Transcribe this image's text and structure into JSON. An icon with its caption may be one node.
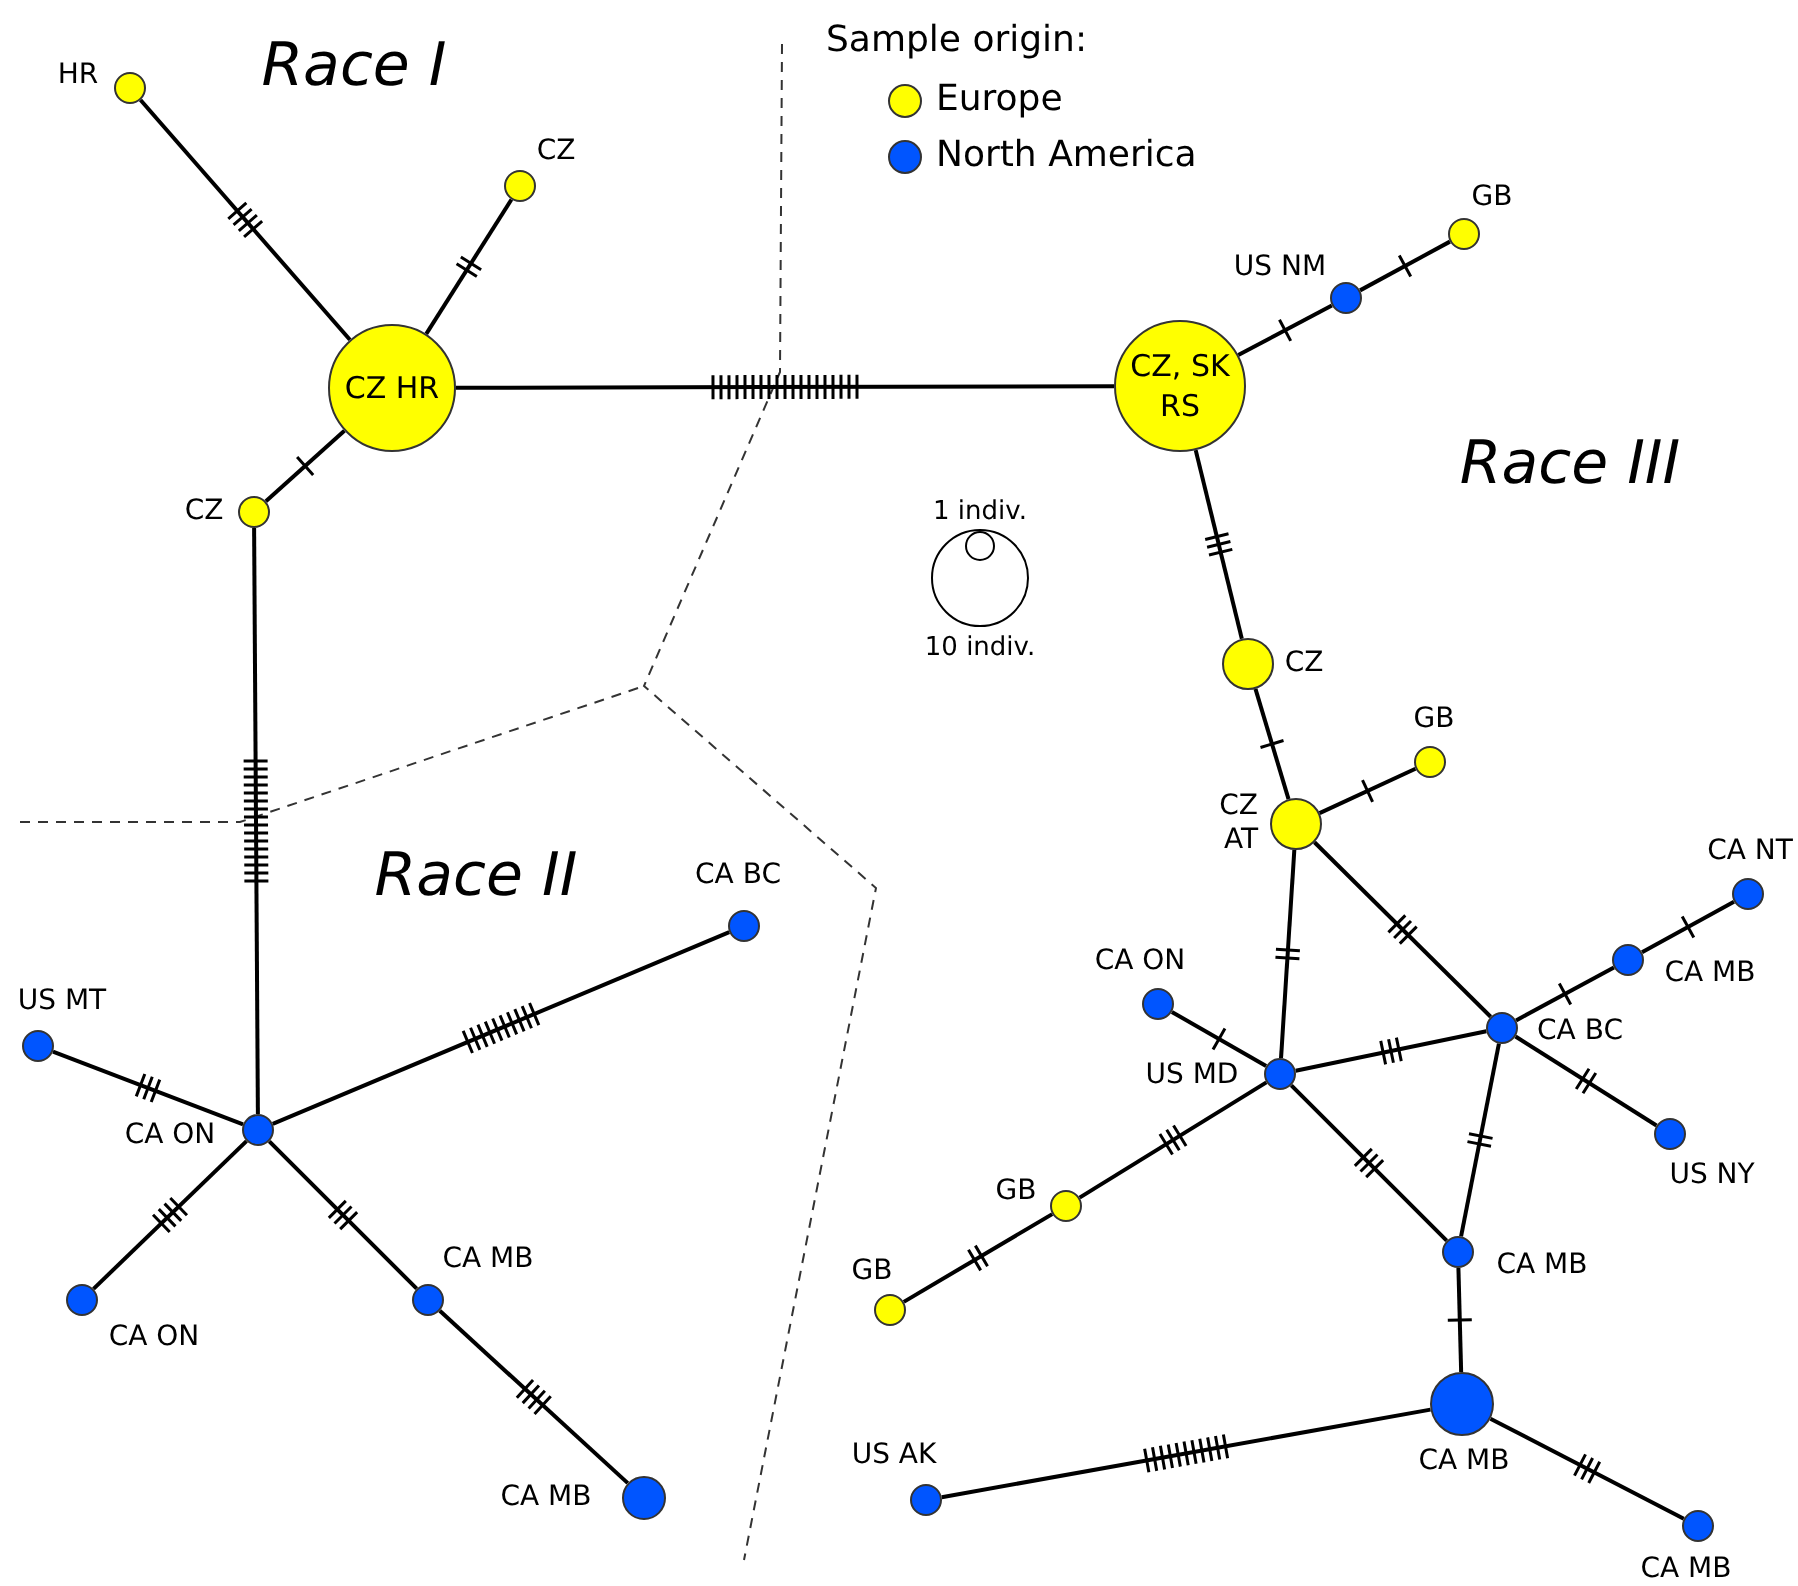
{
  "diagram": {
    "nodes": [
      {
        "text": [],
        "shape": "circle",
        "beside": [
          "HR"
        ]
      },
      {
        "text": [],
        "shape": "circle",
        "beside": [
          "CZ"
        ]
      },
      {
        "text": [
          "CZ HR"
        ]
      },
      {
        "text": [],
        "shape": "circle",
        "beside": [
          "CZ"
        ]
      },
      {
        "text": [
          "CZ, SK RS"
        ]
      },
      {
        "text": [],
        "shape": "circle",
        "beside": [
          "US NM"
        ]
      },
      {
        "text": [],
        "shape": "circle",
        "beside": [
          "GB"
        ]
      },
      {
        "text": [],
        "shape": "circle",
        "beside": [
          "CZ"
        ]
      },
      {
        "text": [],
        "shape": "circle",
        "beside": [
          "GB"
        ]
      },
      {
        "text": [],
        "shape": "circle",
        "beside": [
          "CZ AT"
        ]
      },
      {
        "text": [],
        "shape": "circle",
        "beside": [
          "CA NT"
        ]
      },
      {
        "text": [],
        "shape": "circle",
        "beside": [
          "CA MB"
        ]
      },
      {
        "text": [],
        "shape": "circle",
        "beside": [
          "CA ON"
        ]
      },
      {
        "text": [],
        "shape": "circle",
        "beside": [
          "CA BC"
        ]
      },
      {
        "text": [],
        "shape": "circle",
        "beside": [
          "US MD"
        ]
      },
      {
        "text": [],
        "shape": "circle",
        "beside": [
          "US NY"
        ]
      },
      {
        "text": [],
        "shape": "circle",
        "beside": [
          "GB"
        ]
      },
      {
        "text": [],
        "shape": "circle",
        "beside": [
          "GB"
        ]
      },
      {
        "text": [],
        "shape": "circle",
        "beside": [
          "CA MB"
        ]
      },
      {
        "text": [],
        "shape": "circle",
        "beside": [
          "CA MB"
        ]
      },
      {
        "text": [],
        "shape": "circle",
        "beside": [
          "US AK"
        ]
      },
      {
        "text": [],
        "shape": "circle",
        "beside": [
          "CA MB"
        ]
      },
      {
        "text": [],
        "shape": "circle",
        "beside": [
          "US MT"
        ]
      },
      {
        "text": [],
        "shape": "circle",
        "beside": [
          "CA ON"
        ]
      },
      {
        "text": [],
        "shape": "circle",
        "beside": [
          "CA ON"
        ]
      },
      {
        "text": [],
        "shape": "circle",
        "beside": [
          "CA BC"
        ]
      },
      {
        "text": [],
        "shape": "circle",
        "beside": [
          "CA MB"
        ]
      },
      {
        "text": [],
        "shape": "circle",
        "beside": [
          "CA MB"
        ]
      }
    ],
    "edges": [
      {
        "from": 0,
        "to": 2,
        "arrow": "none"
      },
      {
        "from": 1,
        "to": 2,
        "arrow": "none"
      },
      {
        "from": 3,
        "to": 2,
        "arrow": "none"
      },
      {
        "from": 2,
        "to": 4,
        "arrow": "none"
      },
      {
        "from": 3,
        "to": 23,
        "arrow": "none"
      },
      {
        "from": 4,
        "to": 5,
        "arrow": "none"
      },
      {
        "from": 5,
        "to": 6,
        "arrow": "none"
      },
      {
        "from": 4,
        "to": 7,
        "arrow": "none"
      },
      {
        "from": 7,
        "to": 9,
        "arrow": "none"
      },
      {
        "from": 9,
        "to": 8,
        "arrow": "none"
      },
      {
        "from": 9,
        "to": 14,
        "arrow": "none"
      },
      {
        "from": 9,
        "to": 13,
        "arrow": "none"
      },
      {
        "from": 13,
        "to": 11,
        "arrow": "none"
      },
      {
        "from": 11,
        "to": 10,
        "arrow": "none"
      },
      {
        "from": 13,
        "to": 15,
        "arrow": "none"
      },
      {
        "from": 12,
        "to": 14,
        "arrow": "none"
      },
      {
        "from": 14,
        "to": 13,
        "arrow": "none"
      },
      {
        "from": 14,
        "to": 16,
        "arrow": "none"
      },
      {
        "from": 16,
        "to": 17,
        "arrow": "none"
      },
      {
        "from": 14,
        "to": 18,
        "arrow": "none"
      },
      {
        "from": 13,
        "to": 18,
        "arrow": "none"
      },
      {
        "from": 18,
        "to": 19,
        "arrow": "none"
      },
      {
        "from": 19,
        "to": 20,
        "arrow": "none"
      },
      {
        "from": 19,
        "to": 21,
        "arrow": "none"
      },
      {
        "from": 23,
        "to": 22,
        "arrow": "none"
      },
      {
        "from": 23,
        "to": 24,
        "arrow": "none"
      },
      {
        "from": 23,
        "to": 25,
        "arrow": "none"
      },
      {
        "from": 23,
        "to": 26,
        "arrow": "none"
      },
      {
        "from": 26,
        "to": 27,
        "arrow": "none"
      }
    ],
    "labels": [
      "Race I",
      "Sample origin:",
      "Race III",
      "1 indiv.",
      "10 indiv.",
      "Race II"
    ],
    "legend": [
      {
        "text": "Europe",
        "color": "#ffff00"
      },
      {
        "text": "North America",
        "color": "#0055ff"
      }
    ]
  }
}
